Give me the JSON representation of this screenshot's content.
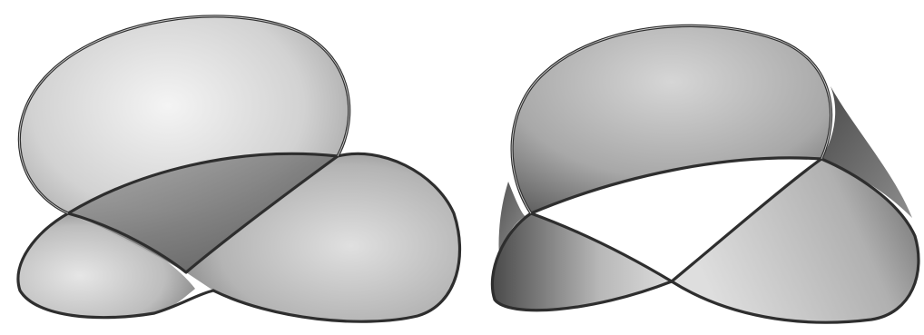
{
  "figures": [
    {
      "subject": "twisted-band-surface-left",
      "shading": "graphite-pencil"
    },
    {
      "subject": "twisted-band-surface-right",
      "shading": "graphite-pencil"
    }
  ],
  "colors": {
    "background": "#ffffff",
    "outline": "#2e2e2e",
    "shade_light": "#d8d8d8",
    "shade_dark": "#3a3a3a"
  }
}
